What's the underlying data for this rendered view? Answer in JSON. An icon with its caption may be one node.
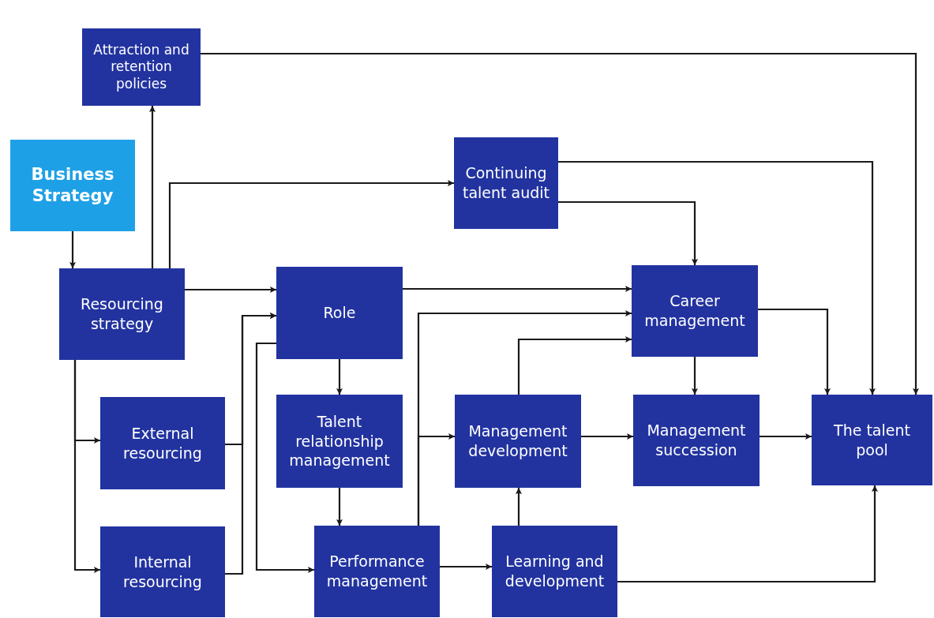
{
  "diagram": {
    "nodes": [
      {
        "text": [
          "Attraction and retention policies"
        ]
      },
      {
        "text": [
          "Business Strategy"
        ]
      },
      {
        "text": [
          "Continuing talent audit"
        ]
      },
      {
        "text": [
          "Resourcing strategy"
        ]
      },
      {
        "text": [
          "Role"
        ]
      },
      {
        "text": [
          "Career management"
        ]
      },
      {
        "text": [
          "External resourcing"
        ]
      },
      {
        "text": [
          "Talent relationship management"
        ]
      },
      {
        "text": [
          "Management development"
        ]
      },
      {
        "text": [
          "Management succession"
        ]
      },
      {
        "text": [
          "The talent pool"
        ]
      },
      {
        "text": [
          "Internal resourcing"
        ]
      },
      {
        "text": [
          "Performance management"
        ]
      },
      {
        "text": [
          "Learning and development"
        ]
      }
    ],
    "edges": [
      {
        "from": 1,
        "to": 3,
        "arrow": "to"
      },
      {
        "from": 3,
        "to": 0,
        "arrow": "to"
      },
      {
        "from": 3,
        "to": 2,
        "arrow": "to"
      },
      {
        "from": 0,
        "to": 10,
        "arrow": "to"
      },
      {
        "from": 3,
        "to": 4,
        "arrow": "to"
      },
      {
        "from": 3,
        "to": 6,
        "arrow": "to"
      },
      {
        "from": 3,
        "to": 11,
        "arrow": "to"
      },
      {
        "from": 6,
        "to": 4,
        "arrow": "to"
      },
      {
        "from": 11,
        "to": 4,
        "arrow": "to"
      },
      {
        "from": 4,
        "to": 7,
        "arrow": "to"
      },
      {
        "from": 4,
        "to": 12,
        "arrow": "to"
      },
      {
        "from": 4,
        "to": 5,
        "arrow": "to"
      },
      {
        "from": 2,
        "to": 5,
        "arrow": "to"
      },
      {
        "from": 2,
        "to": 10,
        "arrow": "to"
      },
      {
        "from": 7,
        "to": 12,
        "arrow": "to"
      },
      {
        "from": 12,
        "to": 5,
        "arrow": "to"
      },
      {
        "from": 12,
        "to": 8,
        "arrow": "to"
      },
      {
        "from": 5,
        "to": 9,
        "arrow": "to"
      },
      {
        "from": 5,
        "to": 10,
        "arrow": "to"
      },
      {
        "from": 8,
        "to": 5,
        "arrow": "to"
      },
      {
        "from": 8,
        "to": 9,
        "arrow": "to"
      },
      {
        "from": 9,
        "to": 10,
        "arrow": "to"
      },
      {
        "from": 12,
        "to": 13,
        "arrow": "to"
      },
      {
        "from": 13,
        "to": 8,
        "arrow": "to"
      },
      {
        "from": 13,
        "to": 10,
        "arrow": "to"
      }
    ]
  }
}
